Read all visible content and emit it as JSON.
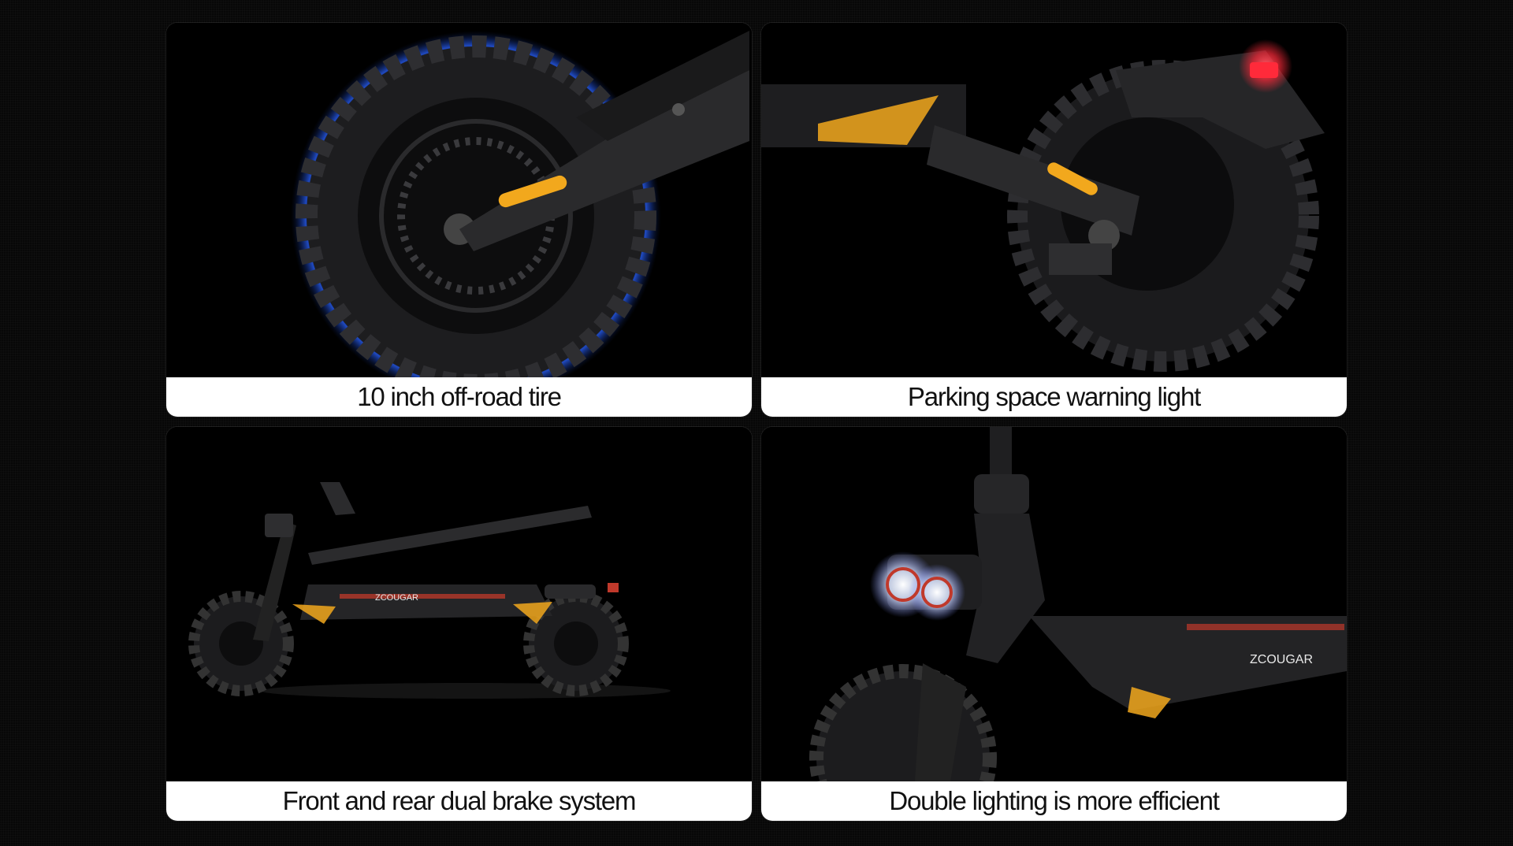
{
  "panels": [
    {
      "caption": "10 inch off-road tire",
      "image": "off-road-tire-closeup"
    },
    {
      "caption": "Parking space warning light",
      "image": "rear-warning-light-closeup"
    },
    {
      "caption": "Front and rear dual brake system",
      "image": "folded-scooter-side-view"
    },
    {
      "caption": "Double lighting is more efficient",
      "image": "dual-headlights-closeup"
    }
  ],
  "colors": {
    "background": "#070707",
    "caption_bg": "#ffffff",
    "caption_text": "#111111",
    "reflector": "#f2a81d",
    "tail_light": "#ff2a3a",
    "glow": "#2a62ff",
    "deck_accent": "#c0392b"
  }
}
